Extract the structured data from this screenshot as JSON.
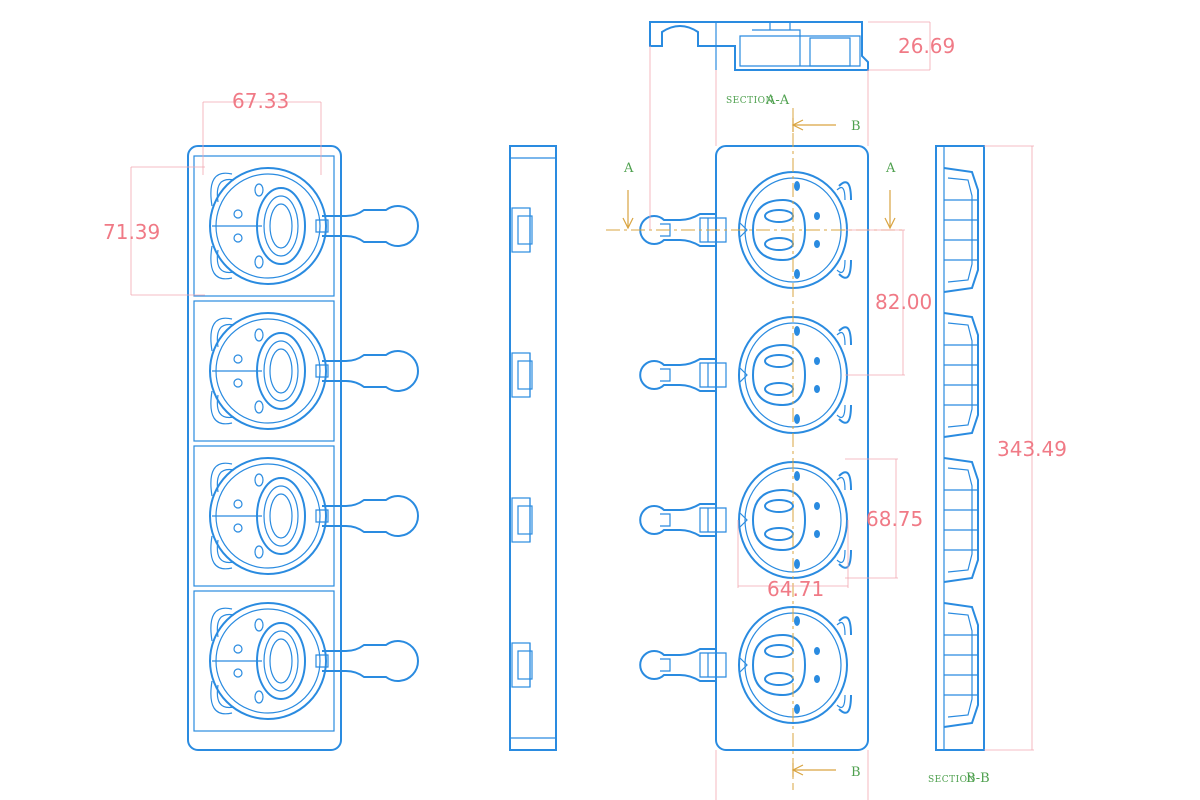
{
  "drawing": {
    "dimensions": {
      "width_cavity": "67.33",
      "height_cavity": "71.39",
      "thickness": "26.69",
      "pitch": "82.00",
      "face_height": "68.75",
      "face_width": "64.71",
      "overall_length": "343.49"
    },
    "labels": {
      "section_aa_prefix": "SECTION",
      "section_aa_id": "A-A",
      "section_bb_prefix": "SECTION",
      "section_bb_id": "B-B",
      "marker_a": "A",
      "marker_b": "B"
    },
    "colors": {
      "part_stroke": "#2a8be0",
      "dimension": "#f07a86",
      "center_line": "#d9a441",
      "section_label": "#4ea04e"
    }
  }
}
